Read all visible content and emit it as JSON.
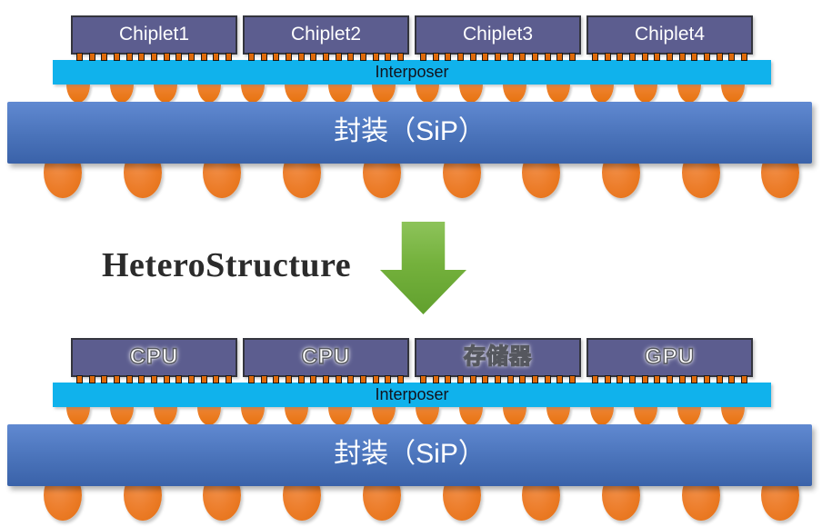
{
  "title": "Chiplet to heterogeneous SiP integration diagram",
  "colors": {
    "chiplet_fill": "#5c5d8f",
    "chiplet_border": "#34353e",
    "interposer_cyan": "#10b2ec",
    "package_blue_top": "#6089d1",
    "package_blue_bottom": "#3a62a9",
    "bump_orange": "#ed7d31",
    "microbump_orange": "#e06a0a",
    "arrow_green": "#74b13c",
    "interposer_text": "#12121c",
    "hetero_text": "#2b2b2b"
  },
  "top_diagram": {
    "chips": [
      {
        "label": "Chiplet1"
      },
      {
        "label": "Chiplet2"
      },
      {
        "label": "Chiplet3"
      },
      {
        "label": "Chiplet4"
      }
    ],
    "interposer_label": "Interposer",
    "package_label": "封装（SiP）",
    "microbumps_per_chiplet": 13,
    "solder_bumps": 16,
    "package_balls": 10
  },
  "transition": {
    "label": "HeteroStructure",
    "arrow_icon": "down-arrow-icon"
  },
  "bottom_diagram": {
    "chips": [
      {
        "label": "CPU"
      },
      {
        "label": "CPU"
      },
      {
        "label": "存储器"
      },
      {
        "label": "GPU"
      }
    ],
    "interposer_label": "Interposer",
    "package_label": "封装（SiP）",
    "microbumps_per_chiplet": 13,
    "solder_bumps": 16,
    "package_balls": 10
  }
}
